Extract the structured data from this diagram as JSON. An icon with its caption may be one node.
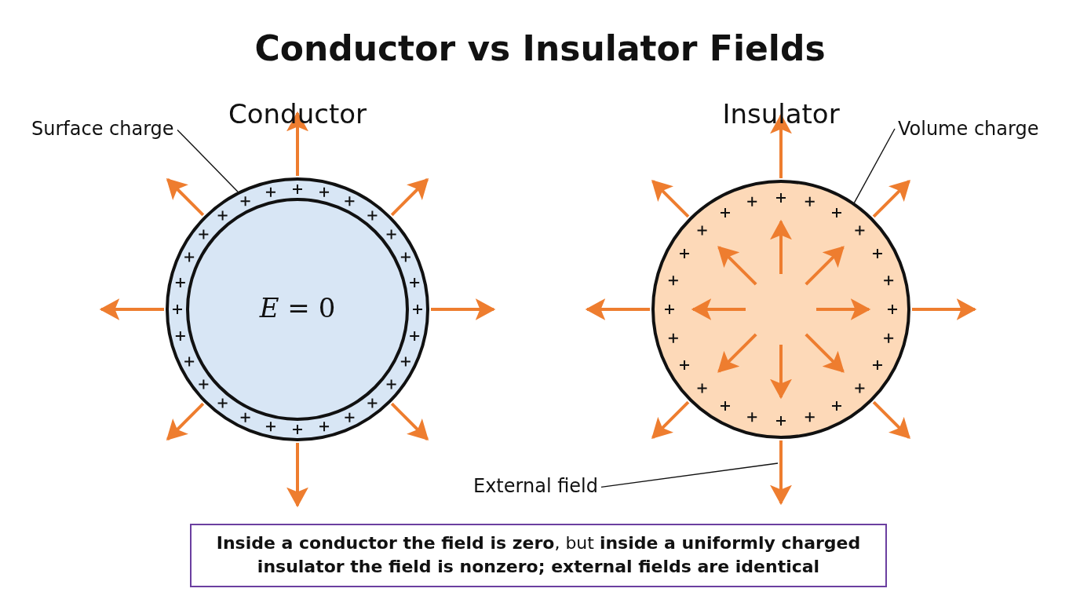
{
  "diagram": {
    "title": "Conductor vs Insulator Fields",
    "caption": "**Inside a conductor the field is zero**, but **inside a uniformly charged insulator the field is nonzero; external fields are identical**",
    "nodes": [
      {
        "text": [
          "Conductor",
          "*E* = 0"
        ]
      },
      {
        "text": [
          "Surface charge"
        ]
      },
      {
        "text": [
          "Insulator"
        ]
      },
      {
        "text": [
          "Volume charge"
        ]
      },
      {
        "text": [
          "External field"
        ]
      }
    ],
    "edges": [
      {
        "from": 1,
        "to": 0,
        "arrow": "none"
      },
      {
        "from": 3,
        "to": 2,
        "arrow": "none"
      },
      {
        "from": 4,
        "to": null,
        "arrow": "none"
      }
    ]
  }
}
